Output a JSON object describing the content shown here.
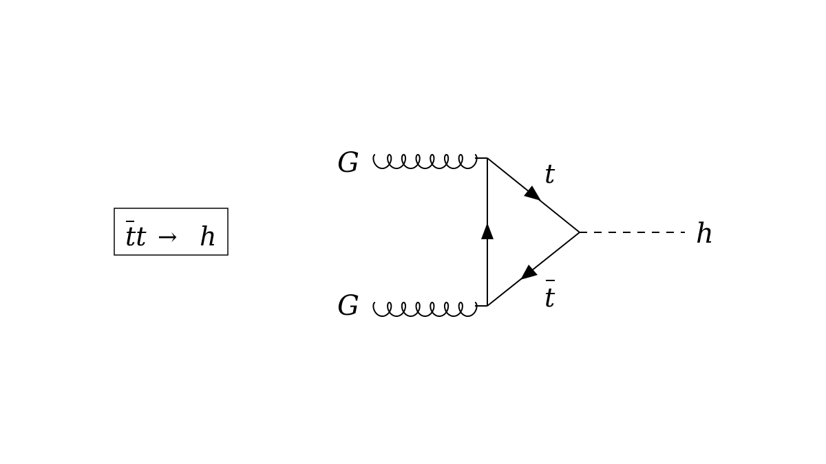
{
  "process_box": {
    "label_parts": [
      "t",
      "t",
      "→",
      "h"
    ],
    "bar_over": "t"
  },
  "particles": {
    "gluon_top": "G",
    "gluon_bottom": "G",
    "top_quark": "t",
    "anti_top_quark": "t",
    "higgs": "h"
  },
  "colors": {
    "line": "#000000",
    "background": "#ffffff"
  }
}
